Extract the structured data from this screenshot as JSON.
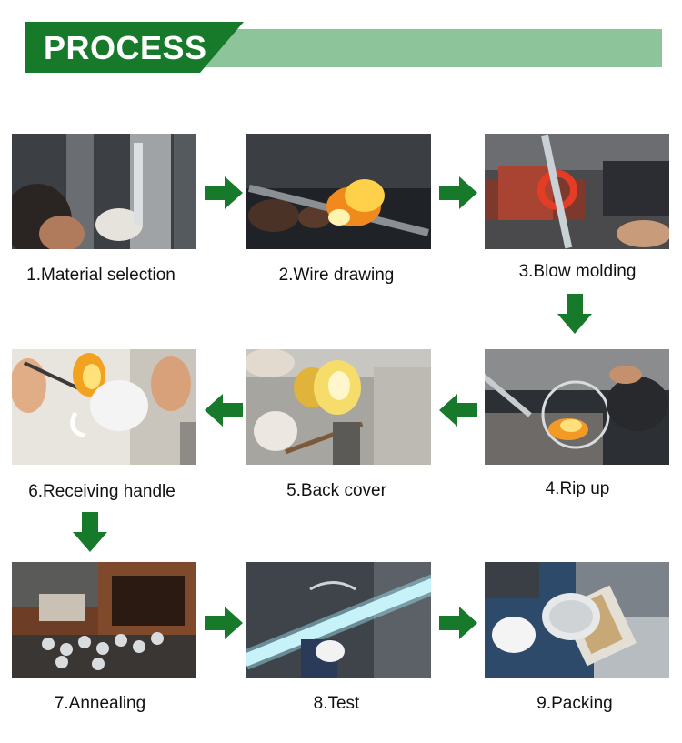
{
  "header": {
    "title": "PROCESS"
  },
  "colors": {
    "banner_dark": "#177a2b",
    "banner_light": "#8ec49a",
    "arrow": "#177a2b"
  },
  "steps": [
    {
      "label": "1.Material selection"
    },
    {
      "label": "2.Wire drawing"
    },
    {
      "label": "3.Blow molding"
    },
    {
      "label": "4.Rip up"
    },
    {
      "label": "5.Back cover"
    },
    {
      "label": "6.Receiving handle"
    },
    {
      "label": "7.Annealing"
    },
    {
      "label": "8.Test"
    },
    {
      "label": "9.Packing"
    }
  ]
}
